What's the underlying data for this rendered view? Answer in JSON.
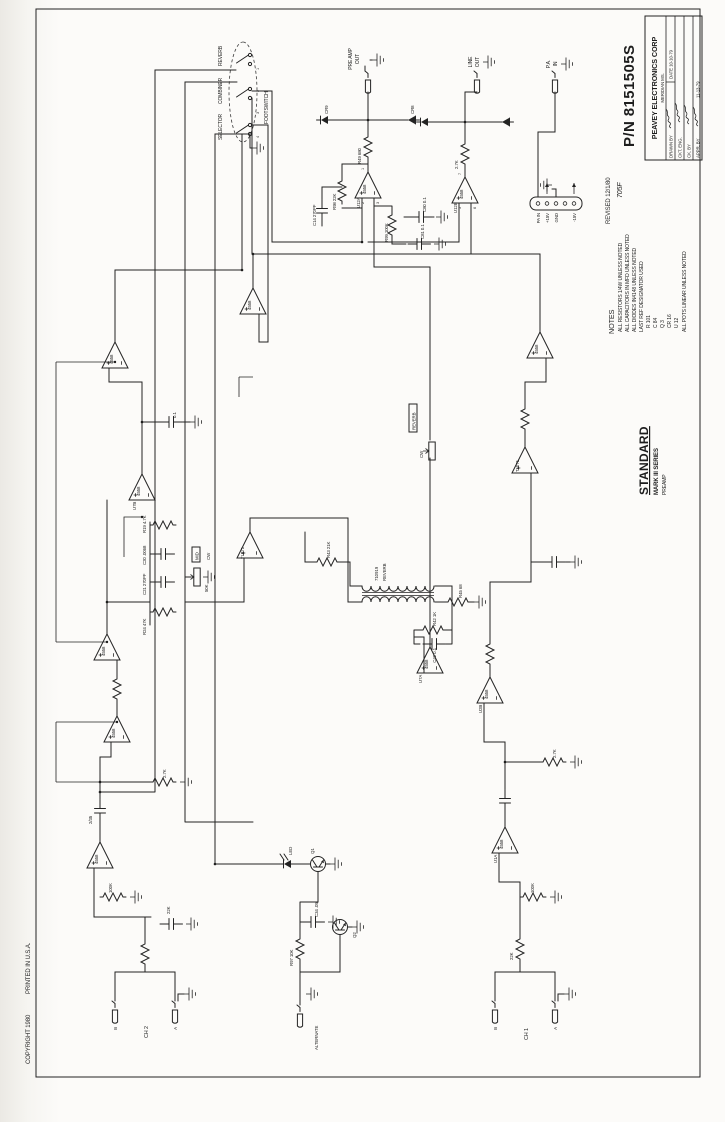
{
  "document": {
    "part_number": "P/N 8151505S",
    "revised": "REVISED 12/1/80",
    "revision_mark": "705F",
    "copyright": "COPYRIGHT 1980",
    "printed": "PRINTED IN U.S.A."
  },
  "title_block": {
    "company": "PEAVEY ELECTRONICS CORP",
    "city": "MERIDIAN MS.",
    "drawn_by_label": "DRAWN BY",
    "date_label": "DATE 10-10-79",
    "ckt_eng_label": "CKT. ENG.",
    "ck_by_label": "CK. BY",
    "appr_by_label": "APPR. BY",
    "appr_date": "11-13-79"
  },
  "drawing_title": {
    "series": "STANDARD",
    "model": "MARK III SERIES",
    "type": "PREAMP"
  },
  "notes": {
    "heading": "NOTES",
    "lines": [
      "ALL RESISTORS 1/4W UNLESS NOTED",
      "ALL CAPACITORS IN MFD UNLESS NOTED",
      "ALL DIODES IN4148 UNLESS NOTED",
      "LAST REF DESIGNATOR USED",
      "R 101",
      "C 84",
      "Q 3",
      "CR 16",
      "U 12",
      "ALL POTS LINEAR UNLESS NOTED"
    ]
  },
  "switch_panel": {
    "selector": "SELECTOR",
    "combiner": "COMBINER",
    "reverb": "REVERB",
    "footswitch": "FOOTSWITCH",
    "pin_numbers": [
      "4",
      "3",
      "2",
      "1"
    ]
  },
  "jacks": {
    "pre_amp_out_1": "PRE AMP",
    "pre_amp_out_2": "OUT",
    "line_out_1": "LINE",
    "line_out_2": "OUT",
    "pa_in_1": "P.A.",
    "pa_in_2": "IN",
    "ch1": "CH 1",
    "ch2": "CH 2",
    "alternate": "ALTERNATE",
    "a": "A",
    "b": "B"
  },
  "power_connector": {
    "pa_in": "PA IN",
    "plus15": "+15V",
    "gnd": "GND",
    "minus15": "-15V"
  },
  "controls": {
    "mid": "MID",
    "reverb": "REVERB",
    "cw": "CW"
  },
  "opamp_pins": [
    "1",
    "2",
    "3",
    "5",
    "6",
    "7"
  ],
  "components": {
    "labels": [
      "R49 680",
      "CR9",
      "CR8",
      "C14 270PF",
      "R98 22K",
      "R99 100K",
      "C80 0.1",
      "C81 0.1",
      "U12A",
      "4558",
      "U12B",
      "TL071",
      "R97 10K",
      "C34 .05",
      "R24 47K",
      "C21 270PF",
      "C20 .0068",
      "R19 4.7K",
      "50K",
      "R42 1K",
      "C42 0.1",
      "R43 21K",
      "R45 68",
      "710919",
      "REVERB",
      "U7A",
      "U7B",
      "U2B",
      "U1A",
      "2.7K",
      "22K",
      "100K",
      "47K",
      "LED",
      "Q1",
      "Q2",
      "0.1",
      "2/35",
      "10K",
      "1K"
    ]
  }
}
